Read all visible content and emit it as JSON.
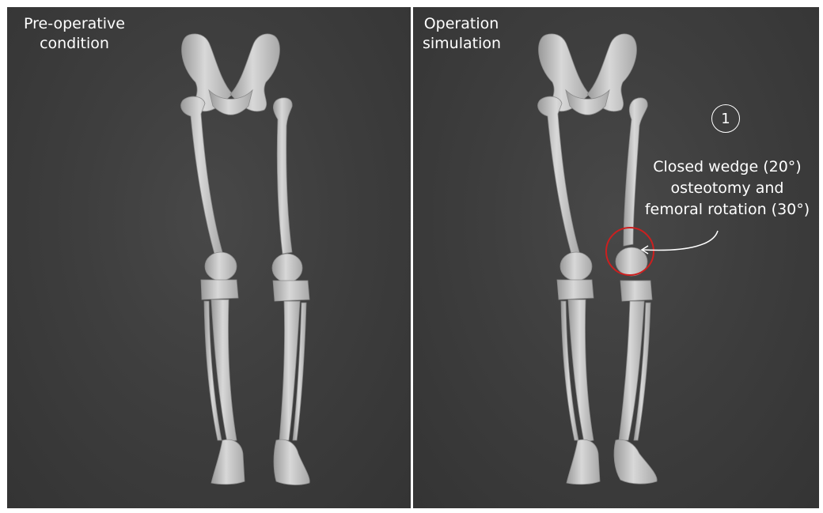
{
  "panels": {
    "left": {
      "caption": "Pre-operative\ncondition"
    },
    "right": {
      "caption": "Operation\nsimulation",
      "step_number": "1",
      "annotation": "Closed wedge (20°)\nosteotomy and\nfemoral rotation (30°)",
      "highlight_color": "#cc1f1f"
    }
  },
  "colors": {
    "background": "#3e3e3e",
    "bone": "#c9c9c9",
    "divider": "#ffffff",
    "text": "#ffffff"
  }
}
